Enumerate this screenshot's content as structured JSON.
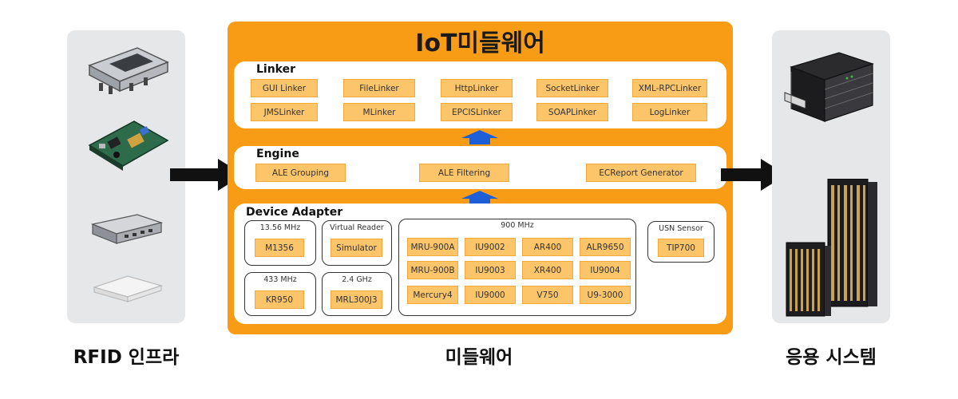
{
  "left_panel": {
    "label": "RFID 인프라"
  },
  "middleware": {
    "title": "IoT미들웨어",
    "label": "미들웨어",
    "linker": {
      "title": "Linker",
      "row1": [
        "GUI Linker",
        "FileLinker",
        "HttpLinker",
        "SocketLinker",
        "XML-RPCLinker"
      ],
      "row2": [
        "JMSLinker",
        "MLinker",
        "EPCISLinker",
        "SOAPLinker",
        "LogLinker"
      ]
    },
    "engine": {
      "title": "Engine",
      "items": [
        "ALE Grouping",
        "ALE Filtering",
        "ECReport Generator"
      ]
    },
    "device_adapter": {
      "title": "Device Adapter",
      "hf": {
        "label": "13.56 MHz",
        "item": "M1356"
      },
      "virtual": {
        "label": "Virtual Reader",
        "item": "Simulator"
      },
      "f433": {
        "label": "433 MHz",
        "item": "KR950"
      },
      "f24": {
        "label": "2.4 GHz",
        "item": "MRL300J3"
      },
      "uhf": {
        "label": "900 MHz",
        "row1": [
          "MRU-900A",
          "IU9002",
          "AR400",
          "ALR9650"
        ],
        "row2": [
          "MRU-900B",
          "IU9003",
          "XR400",
          "IU9004"
        ],
        "row3": [
          "Mercury4",
          "IU9000",
          "V750",
          "U9-3000"
        ]
      },
      "usn": {
        "label": "USN Sensor",
        "item": "TIP700"
      }
    }
  },
  "right_panel": {
    "label": "응용 시스템"
  },
  "colors": {
    "panel_orange": "#f89c16",
    "cell_fill": "#fcc56a",
    "arrow_blue": "#1e5fd8",
    "side_gray": "#e6e7e8"
  },
  "icons": [
    "rfid-reader-icon",
    "circuit-board-icon",
    "network-switch-icon",
    "white-router-icon",
    "server-rack-icon",
    "server-cabinet-icon"
  ]
}
